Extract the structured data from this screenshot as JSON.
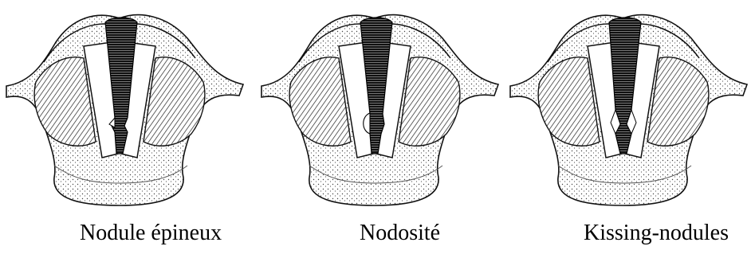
{
  "figure": {
    "panels": [
      {
        "caption": "Nodule épineux"
      },
      {
        "caption": "Nodosité"
      },
      {
        "caption": "Kissing-nodules"
      }
    ]
  }
}
